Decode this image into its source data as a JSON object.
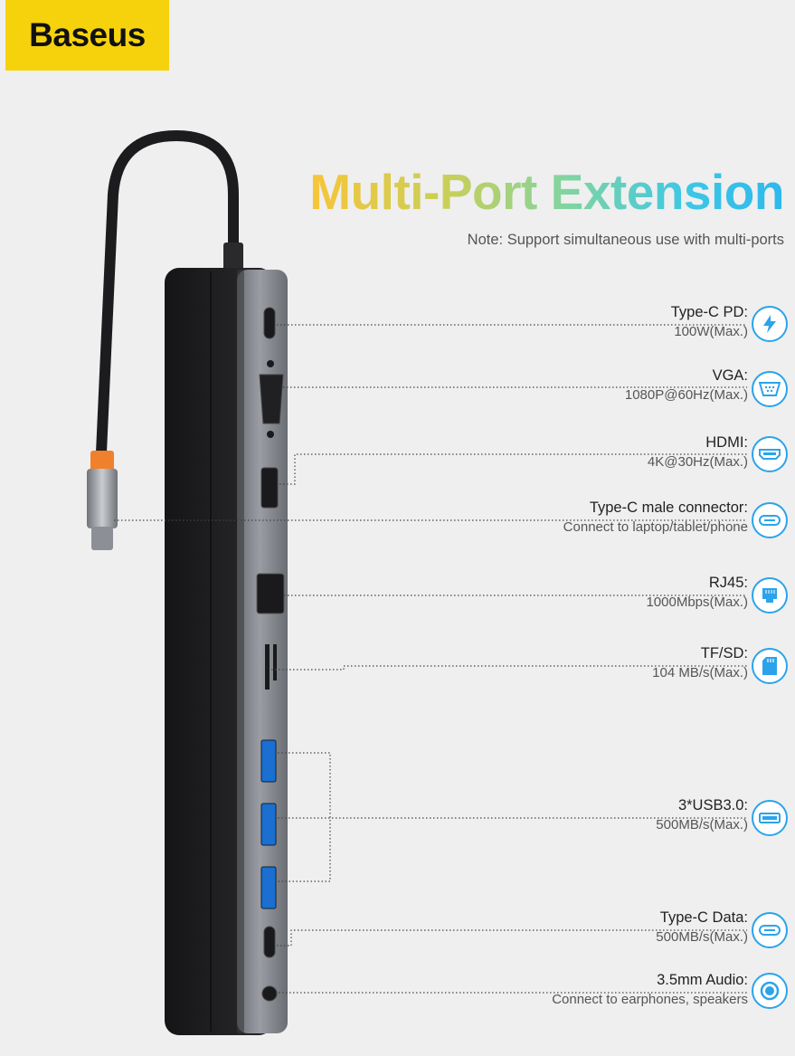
{
  "brand": {
    "logo_text": "Baseus"
  },
  "headline": {
    "title": "Multi-Port Extension",
    "note": "Note: Support simultaneous use with multi-ports"
  },
  "ports": [
    {
      "name": "Type-C PD:",
      "spec": "100W(Max.)",
      "icon": "bolt-icon"
    },
    {
      "name": "VGA:",
      "spec": "1080P@60Hz(Max.)",
      "icon": "vga-icon"
    },
    {
      "name": "HDMI:",
      "spec": "4K@30Hz(Max.)",
      "icon": "hdmi-icon"
    },
    {
      "name": "Type-C male connector:",
      "spec": "Connect to laptop/tablet/phone",
      "icon": "usb-c-icon"
    },
    {
      "name": "RJ45:",
      "spec": "1000Mbps(Max.)",
      "icon": "ethernet-icon"
    },
    {
      "name": "TF/SD:",
      "spec": "104 MB/s(Max.)",
      "icon": "sd-card-icon"
    },
    {
      "name": "3*USB3.0:",
      "spec": "500MB/s(Max.)",
      "icon": "usb-a-icon"
    },
    {
      "name": "Type-C Data:",
      "spec": "500MB/s(Max.)",
      "icon": "usb-c-icon"
    },
    {
      "name": "3.5mm Audio:",
      "spec": "Connect to earphones, speakers",
      "icon": "audio-jack-icon"
    }
  ],
  "colors": {
    "brand_yellow": "#f6d20c",
    "accent_blue": "#2ba3ea",
    "device_body": "#1e1e20",
    "device_port_panel": "#8a8d93"
  }
}
